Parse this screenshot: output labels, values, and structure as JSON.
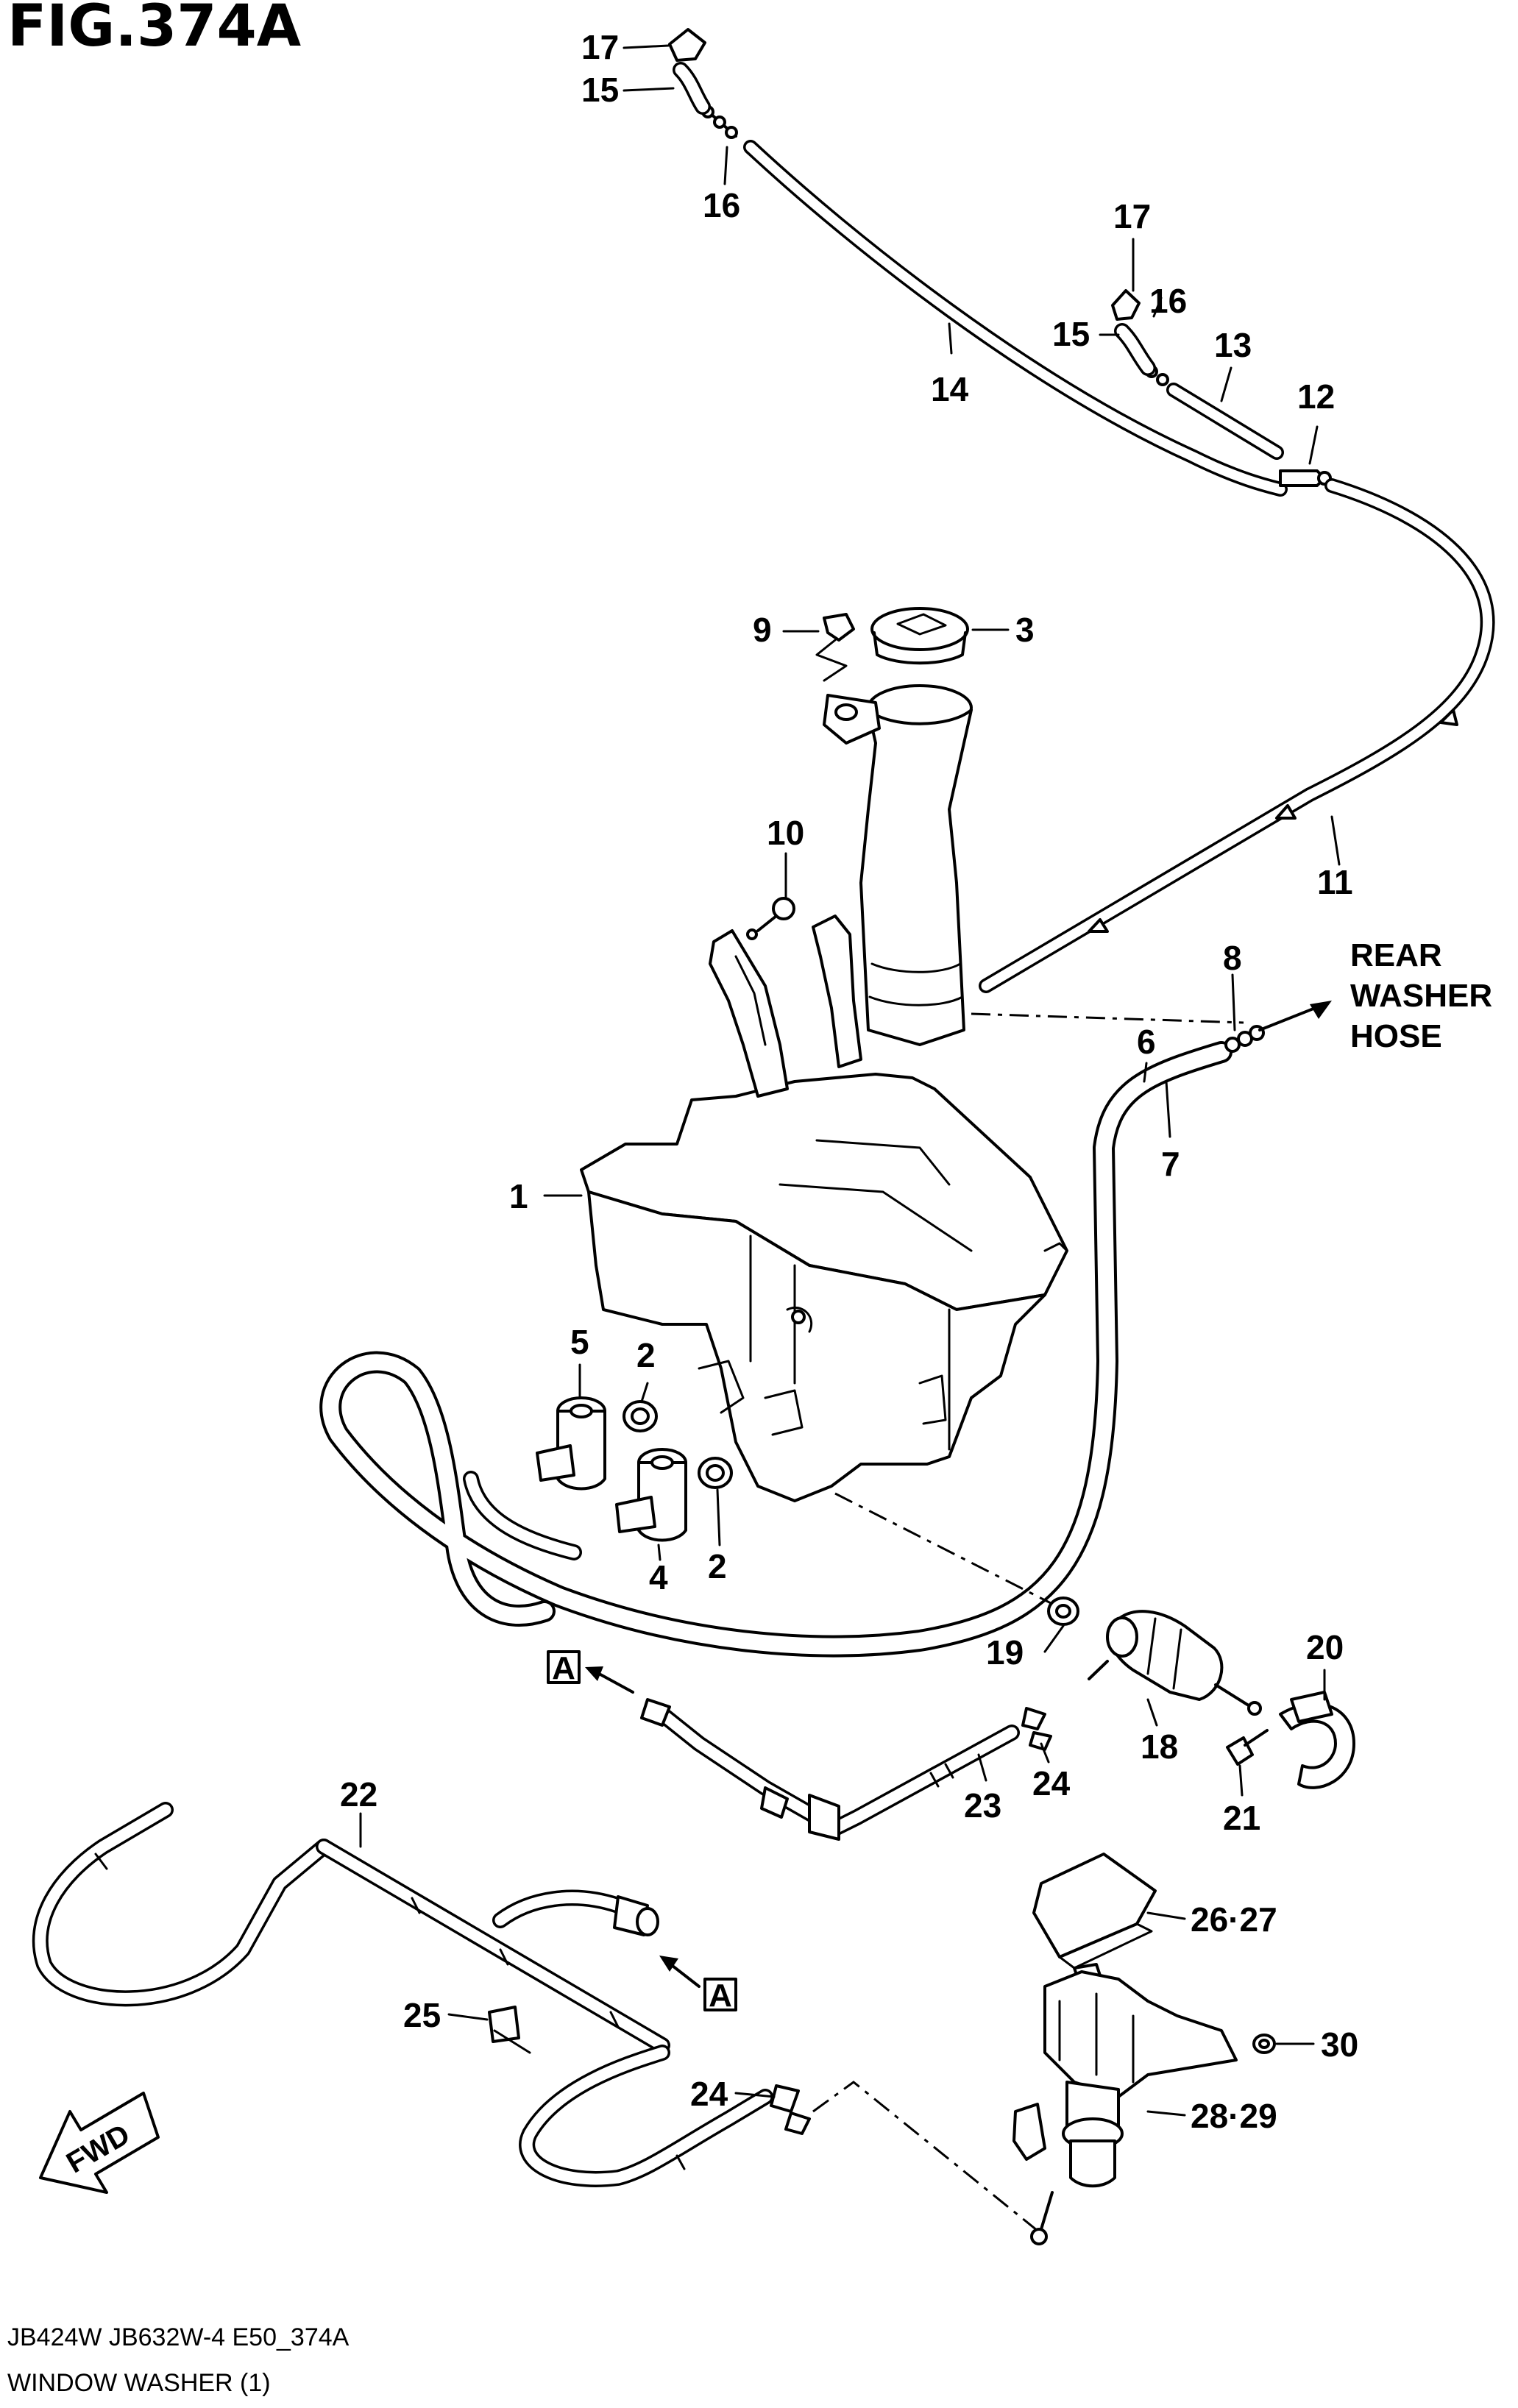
{
  "figure": {
    "title": "FIG.374A",
    "footer_code": "JB424W JB632W-4 E50_374A",
    "footer_name": "WINDOW WASHER (1)"
  },
  "callouts": {
    "c1": "1",
    "c2a": "2",
    "c2b": "2",
    "c3": "3",
    "c4": "4",
    "c5": "5",
    "c6": "6",
    "c7": "7",
    "c8": "8",
    "c9": "9",
    "c10": "10",
    "c11": "11",
    "c12": "12",
    "c13": "13",
    "c14": "14",
    "c15a": "15",
    "c15b": "15",
    "c16a": "16",
    "c16b": "16",
    "c17a": "17",
    "c17b": "17",
    "c18": "18",
    "c19": "19",
    "c20": "20",
    "c21": "21",
    "c22": "22",
    "c23": "23",
    "c24a": "24",
    "c24b": "24",
    "c25": "25",
    "c26": "26·27",
    "c28": "28·29",
    "c30": "30"
  },
  "notes": {
    "rear_washer_hose": [
      "REAR",
      "WASHER",
      "HOSE"
    ],
    "ref_a": "A",
    "fwd": "FWD"
  }
}
